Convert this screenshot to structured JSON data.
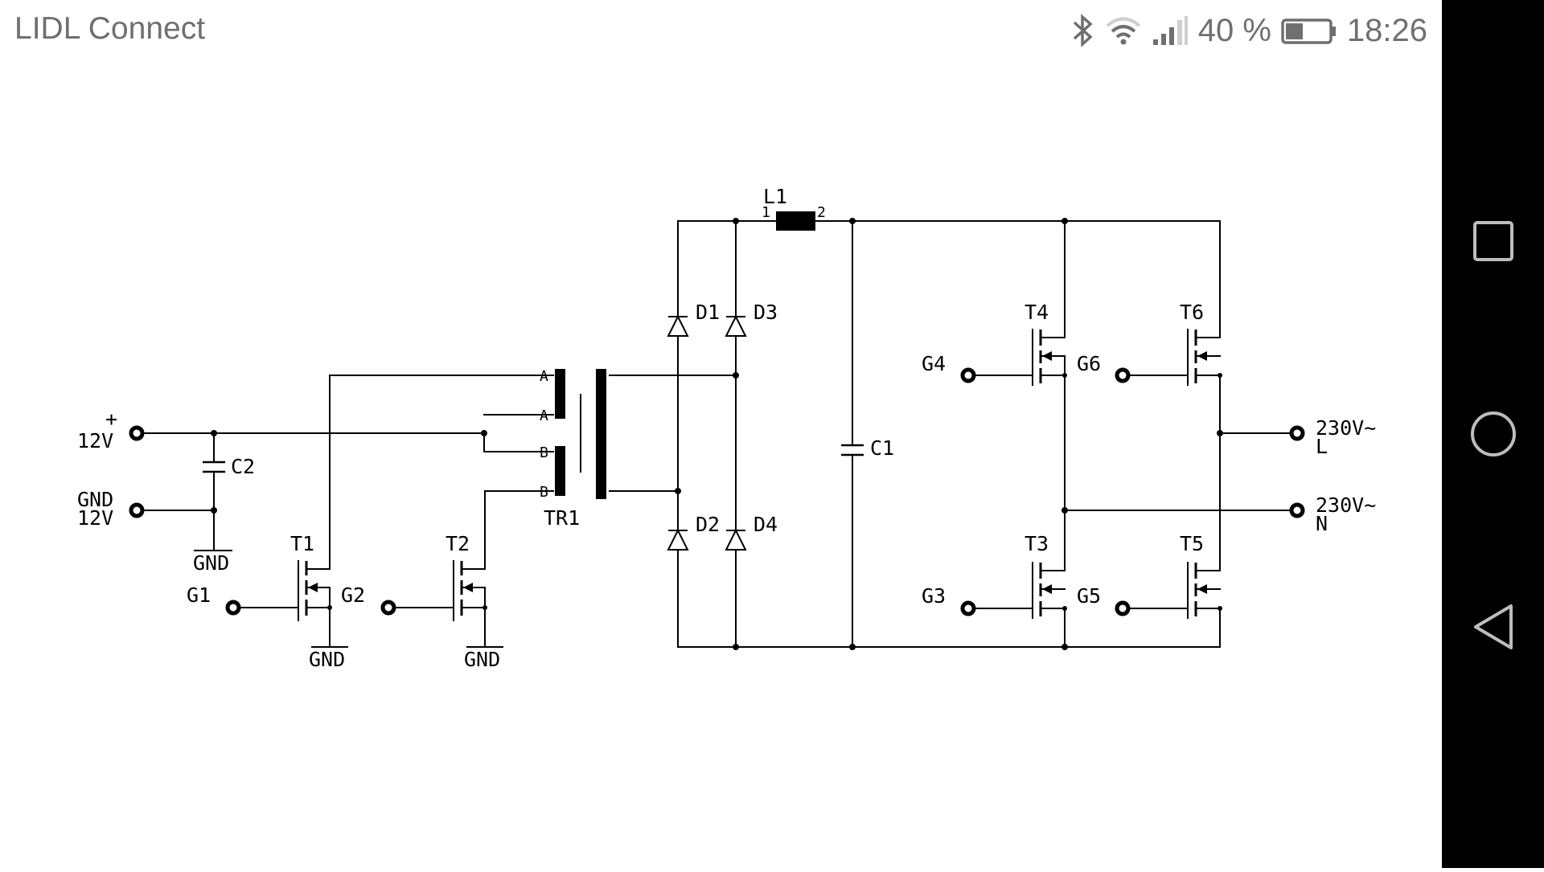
{
  "statusbar": {
    "app_title": "LIDL Connect",
    "battery_percent_label": "40 %",
    "battery_level": 0.4,
    "time": "18:26",
    "icons": [
      "bluetooth-icon",
      "wifi-icon",
      "cellular-signal-icon",
      "battery-icon"
    ]
  },
  "navigation": {
    "buttons": [
      "recent-apps-button",
      "home-button",
      "back-button"
    ]
  },
  "schematic": {
    "input_plus_sign": "+",
    "input_plus_voltage": "12V",
    "input_gnd_label": "GND",
    "input_gnd_voltage": "12V",
    "c2": "C2",
    "gnd_c2": "GND",
    "t1": "T1",
    "g1": "G1",
    "g2": "G2",
    "gnd_t1": "GND",
    "t2": "T2",
    "gnd_t2": "GND",
    "tr1": "TR1",
    "winding_a1": "A",
    "winding_a2": "A",
    "winding_b1": "B",
    "winding_b2": "B",
    "l1": "L1",
    "l1_pin1": "1",
    "l1_pin2": "2",
    "d1": "D1",
    "d2": "D2",
    "d3": "D3",
    "d4": "D4",
    "c1": "C1",
    "t3": "T3",
    "t4": "T4",
    "t5": "T5",
    "t6": "T6",
    "g3": "G3",
    "g4": "G4",
    "g5": "G5",
    "g6": "G6",
    "out_l_voltage": "230V~",
    "out_l_label": "L",
    "out_n_voltage": "230V~",
    "out_n_label": "N"
  }
}
